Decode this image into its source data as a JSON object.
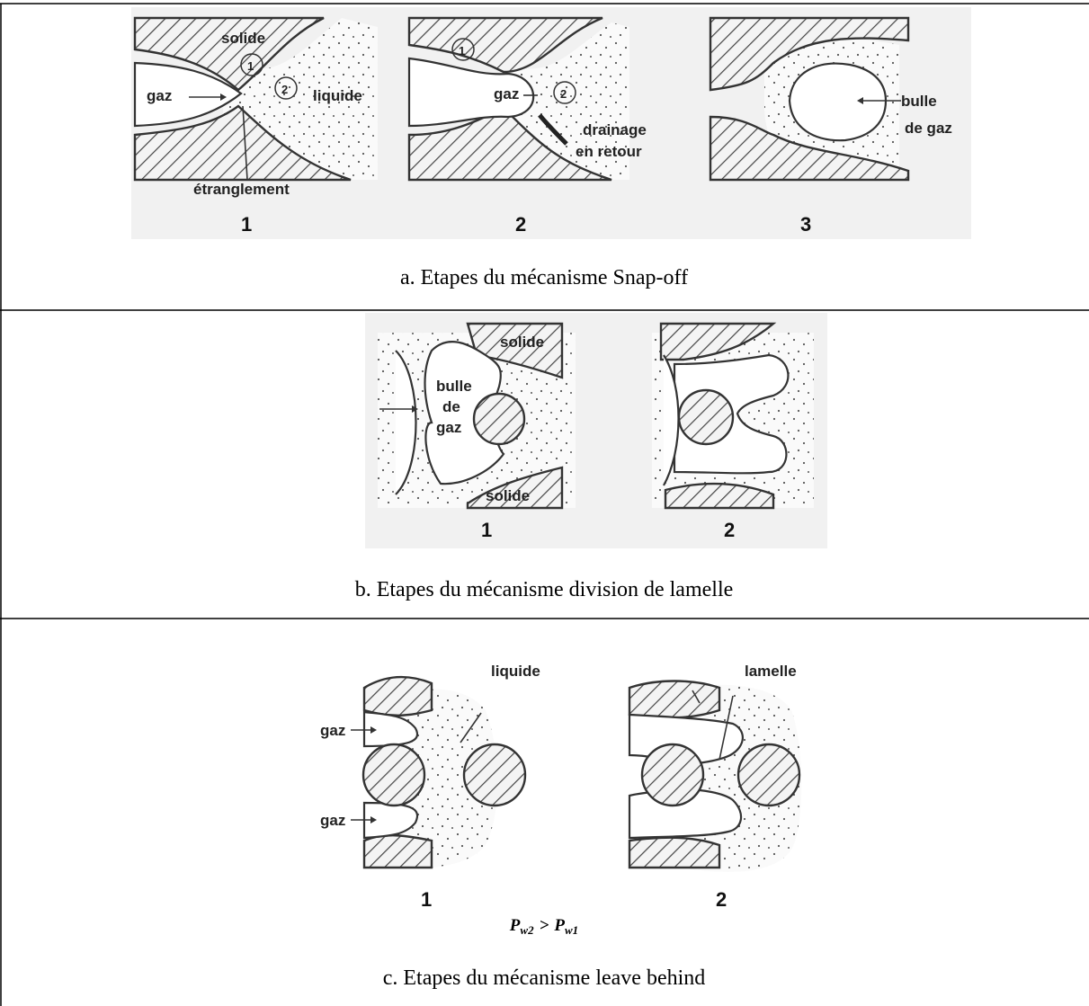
{
  "panels": [
    {
      "id": "a",
      "caption": "a. Etapes du mécanisme Snap-off",
      "steps": [
        "1",
        "2",
        "3"
      ],
      "labels": {
        "solide": "solide",
        "circle1": "1",
        "circle2": "2",
        "liquide": "liquide",
        "gaz1": "gaz",
        "etranglement": "étranglement",
        "gaz2": "gaz",
        "circle1b": "1",
        "circle2b": "2",
        "drainage1": "drainage",
        "drainage2": "en retour",
        "bulle": "bulle",
        "degaz": "de gaz"
      }
    },
    {
      "id": "b",
      "caption": "b. Etapes du mécanisme division de lamelle",
      "steps": [
        "1",
        "2"
      ],
      "labels": {
        "solide_top": "solide",
        "bulle": "bulle",
        "de": "de",
        "gaz": "gaz",
        "solide_bottom": "solide"
      }
    },
    {
      "id": "c",
      "caption": "c. Etapes du mécanisme leave behind",
      "steps": [
        "1",
        "2"
      ],
      "labels": {
        "liquide": "liquide",
        "lamelle": "lamelle",
        "gaz_top": "gaz",
        "gaz_bottom": "gaz"
      },
      "equation": {
        "lhs": "P",
        "lhs_sub": "w2",
        "op": ">",
        "rhs": "P",
        "rhs_sub": "w1"
      }
    }
  ]
}
